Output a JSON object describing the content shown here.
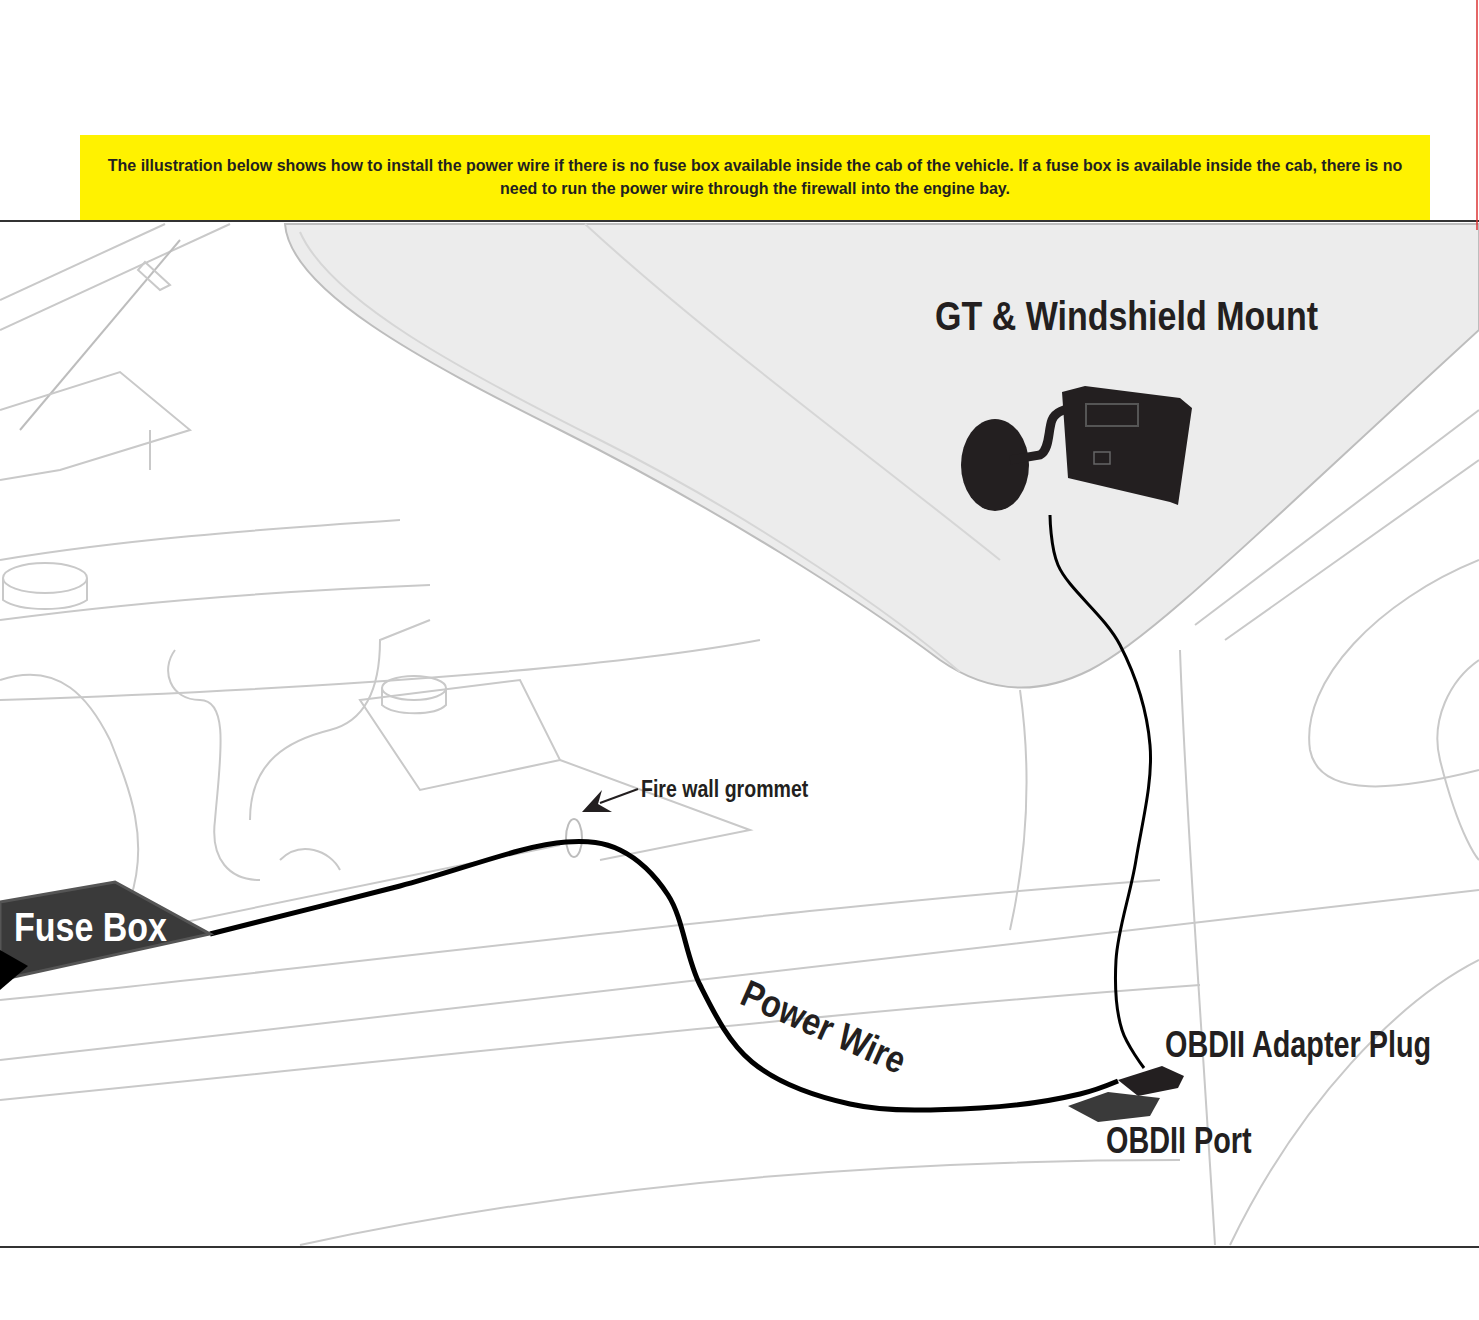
{
  "diagram": {
    "nodes": [
      {
        "text": [
          "GT & Windshield Mount"
        ]
      },
      {
        "text": [
          "Fuse Box"
        ]
      },
      {
        "text": [
          "OBDII Adapter Plug"
        ]
      },
      {
        "text": [
          "OBDII Port"
        ]
      }
    ],
    "edges": [
      {
        "from": 1,
        "to": 2,
        "arrow": "none",
        "label": "Power Wire"
      },
      {
        "from": 0,
        "to": 2,
        "arrow": "none"
      }
    ],
    "labels": [
      "The illustration below shows how to install the power wire if there is no fuse box available inside the cab of the vehicle.  If a fuse box is available inside the cab, there is no need to run the power wire through the firewall into the engine bay.",
      "Fire wall grommet"
    ]
  }
}
